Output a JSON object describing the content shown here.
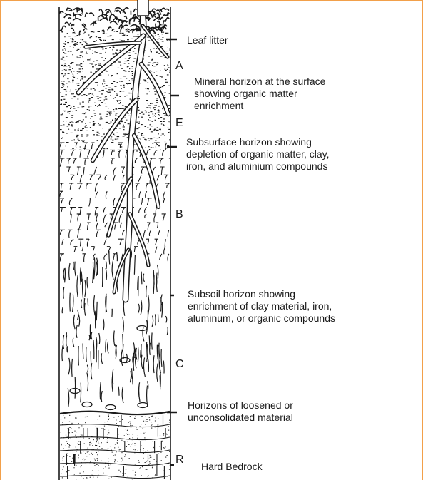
{
  "horizons": [
    {
      "letter": "A"
    },
    {
      "letter": "E"
    },
    {
      "letter": "B"
    },
    {
      "letter": "C"
    },
    {
      "letter": "R"
    }
  ],
  "descriptions": {
    "leaf_litter": "Leaf litter",
    "a_horizon": [
      "Mineral horizon at the surface",
      "showing organic matter",
      "enrichment"
    ],
    "e_horizon": [
      "Subsurface horizon showing",
      "depletion of organic matter, clay,",
      "iron, and aluminium compounds"
    ],
    "b_horizon": [
      "Subsoil horizon showing",
      "enrichment of clay material, iron,",
      "aluminum, or organic compounds"
    ],
    "c_horizon": [
      "Horizons of loosened or",
      "unconsolidated material"
    ],
    "r_horizon": "Hard Bedrock"
  },
  "colors": {
    "frame": "#f2a04a",
    "ink": "#1a1a1a"
  }
}
